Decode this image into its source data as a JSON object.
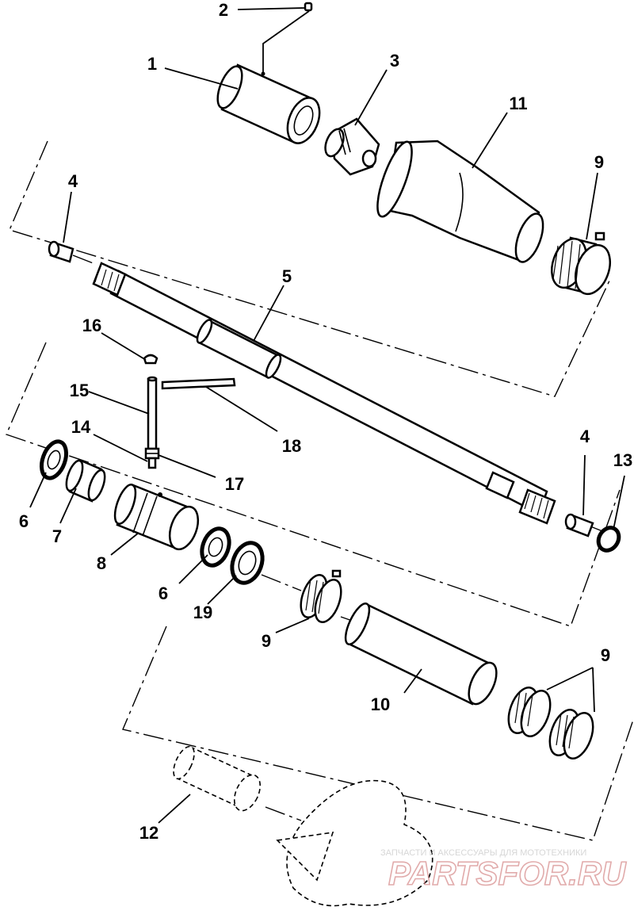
{
  "diagram": {
    "callouts": {
      "c1": "1",
      "c2": "2",
      "c3": "3",
      "c4a": "4",
      "c4b": "4",
      "c5": "5",
      "c6a": "6",
      "c6b": "6",
      "c7": "7",
      "c8": "8",
      "c9a": "9",
      "c9b": "9",
      "c9c": "9",
      "c10": "10",
      "c11": "11",
      "c12": "12",
      "c13": "13",
      "c14": "14",
      "c15": "15",
      "c16": "16",
      "c17": "17",
      "c18": "18",
      "c19": "19"
    }
  },
  "watermark": {
    "tagline": "ЗАПЧАСТИ И АКСЕССУАРЫ ДЛЯ МОТОТЕХНИКИ",
    "site": "PARTSFOR.RU",
    "color": "#d88f8f"
  }
}
